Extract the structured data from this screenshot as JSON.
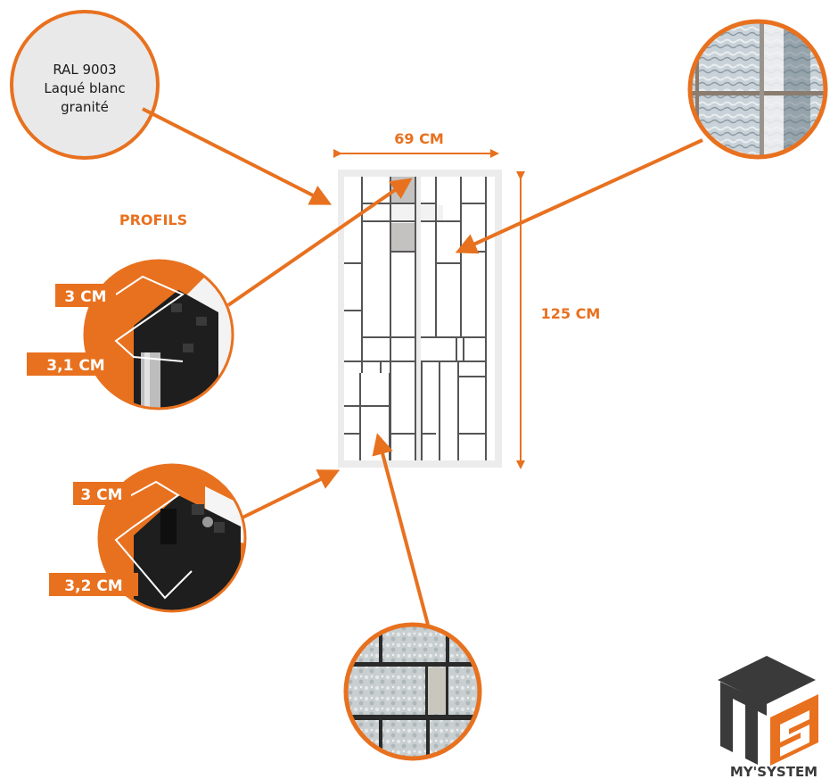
{
  "colors": {
    "accent": "#e8711f",
    "frame": "#ececec",
    "lead": "#555555",
    "tint": "#c4c2c0",
    "profile_dark": "#1e1e1e",
    "logo_dark": "#3a3a3a"
  },
  "finish_callout": {
    "line1": "RAL 9003",
    "line2": "Laqué blanc",
    "line3": "granité"
  },
  "dimensions": {
    "width_label": "69 CM",
    "height_label": "125 CM"
  },
  "profiles": {
    "title": "PROFILS",
    "top": {
      "depth_label": "3 CM",
      "width_label": "3,1 CM"
    },
    "bottom": {
      "depth_label": "3 CM",
      "width_label": "3,2 CM"
    }
  },
  "detail_callouts": {
    "top_right": "textured-glass-closeup",
    "bottom_center": "glass-pattern-closeup"
  },
  "brand": {
    "name": "MY'SYSTEM"
  }
}
